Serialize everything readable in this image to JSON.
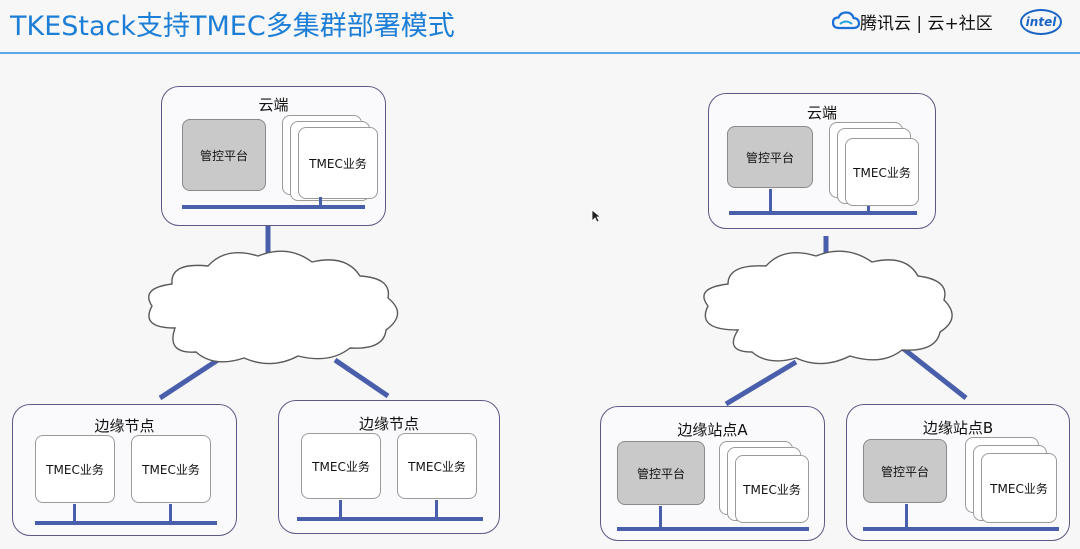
{
  "header": {
    "title": "TKEStack支持TMEC多集群部署模式",
    "logo_tencent": "腾讯云 | 云+社区",
    "logo_intel": "intel",
    "accent_color": "#1c7ed6"
  },
  "left_diagram": {
    "cloud_box": {
      "title": "云端",
      "mgmt_label": "管控平台",
      "service_label": "TMEC业务"
    },
    "edges": [
      {
        "title": "边缘节点",
        "services": [
          "TMEC业务",
          "TMEC业务"
        ]
      },
      {
        "title": "边缘节点",
        "services": [
          "TMEC业务",
          "TMEC业务"
        ]
      }
    ]
  },
  "right_diagram": {
    "cloud_box": {
      "title": "云端",
      "mgmt_label": "管控平台",
      "service_label": "TMEC业务"
    },
    "sites": [
      {
        "title": "边缘站点A",
        "mgmt_label": "管控平台",
        "service_label": "TMEC业务"
      },
      {
        "title": "边缘站点B",
        "mgmt_label": "管控平台",
        "service_label": "TMEC业务"
      }
    ]
  },
  "colors": {
    "line": "#4a5fab",
    "box_border": "#5b5a86",
    "mgmt_fill": "#c9c9c9"
  }
}
